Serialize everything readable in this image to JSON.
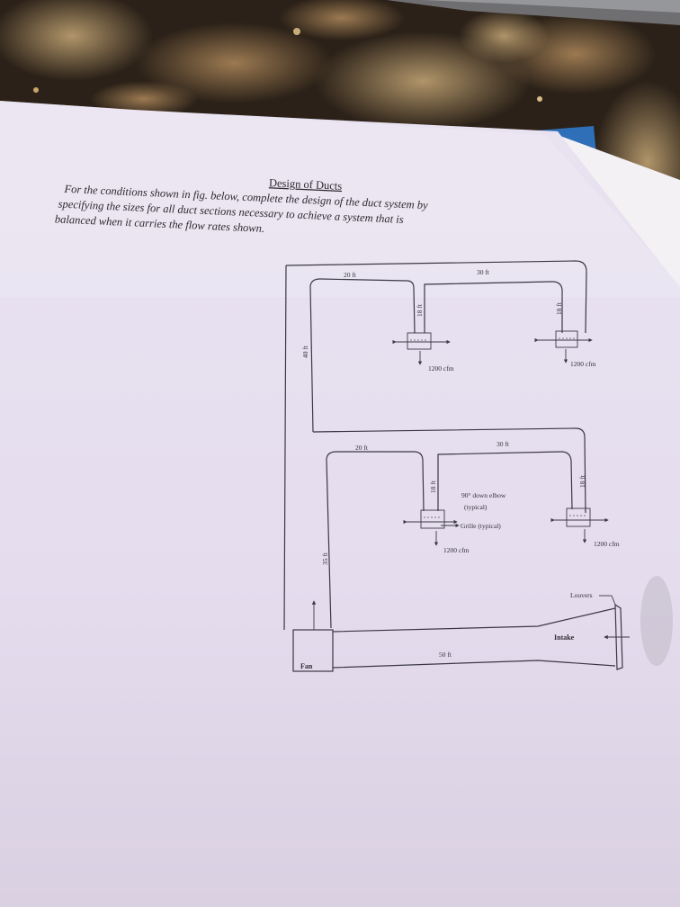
{
  "document": {
    "title": "Design of Ducts",
    "prompt_lines": [
      "For the conditions shown in fig. below, complete the design of the duct system by",
      "specifying the sizes for all duct sections necessary to achieve a system that is",
      "balanced when it carries the flow rates shown."
    ]
  },
  "diagram": {
    "upper": {
      "len_left": "20 ft",
      "len_right": "30 ft",
      "drop_left": "18 ft",
      "drop_right": "18 ft",
      "flow_left": "1200 cfm",
      "flow_right": "1200 cfm",
      "riser": "40 ft"
    },
    "lower": {
      "len_left": "20 ft",
      "len_right": "30 ft",
      "drop_left": "18 ft",
      "drop_right": "18 ft",
      "flow_left": "1200 cfm",
      "flow_right": "1200 cfm",
      "riser": "35 ft"
    },
    "elbow_note_1": "90° down elbow",
    "elbow_note_2": "(typical)",
    "grille_note": "Grille (typical)",
    "fan": "Fan",
    "intake_len": "50 ft",
    "louvers": "Louvers",
    "intake": "Intake"
  },
  "colors": {
    "paper": "#e6dfef",
    "countertop_dark": "#2b2118",
    "countertop_light": "#8a6a45",
    "ink": "#2c2a30"
  }
}
